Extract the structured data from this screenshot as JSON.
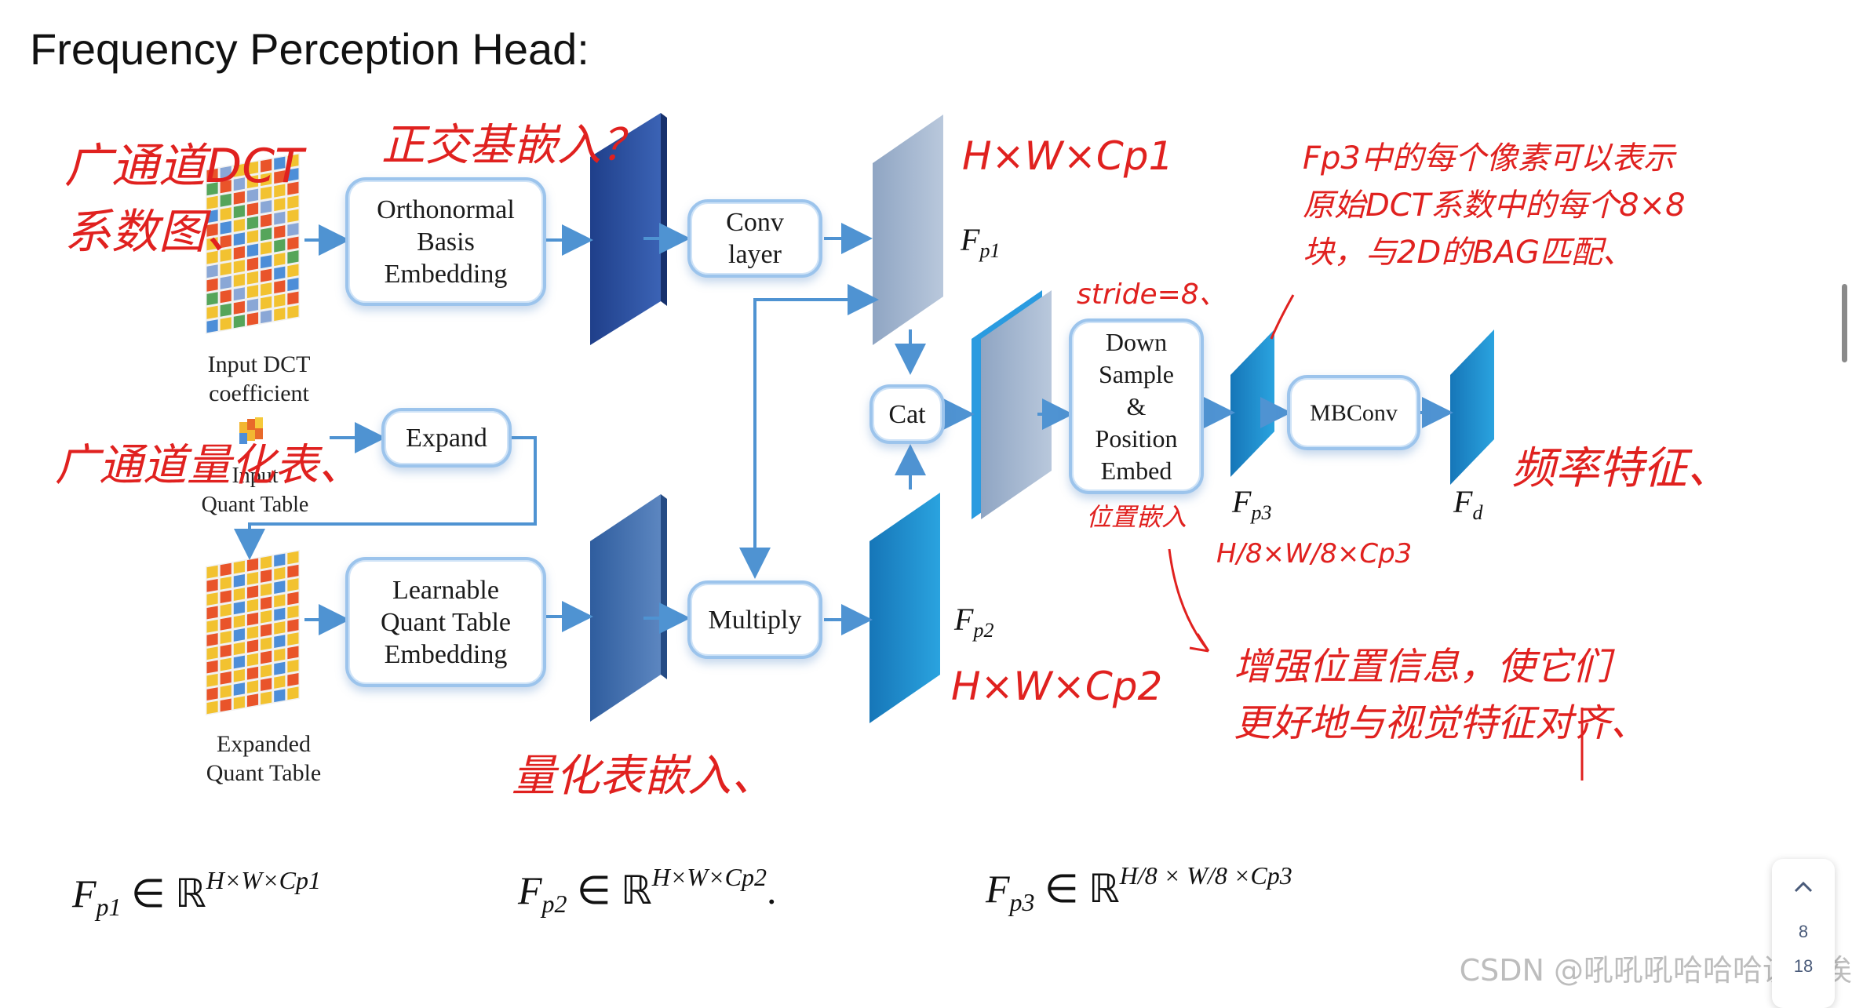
{
  "title": "Frequency Perception Head:",
  "boxes": {
    "orthonormal": "Orthonormal\nBasis\nEmbedding",
    "conv": "Conv\nlayer",
    "expand": "Expand",
    "learnable": "Learnable\nQuant Table\nEmbedding",
    "multiply": "Multiply",
    "cat": "Cat",
    "downsample": "Down\nSample\n&\nPosition\nEmbed",
    "mbconv": "MBConv"
  },
  "labels": {
    "input_dct": "Input DCT\ncoefficient",
    "input_quant": "Input\nQuant Table",
    "expanded_quant": "Expanded\nQuant Table"
  },
  "feature_symbols": {
    "fp1": "F",
    "fp1_sub": "p1",
    "fp2": "F",
    "fp2_sub": "p2",
    "fp3": "F",
    "fp3_sub": "p3",
    "fd": "F",
    "fd_sub": "d"
  },
  "annotations": {
    "dct_note": "广通道DCT\n系数图、",
    "quant_note": "广通道量化表、",
    "ortho_note": "正交基嵌入？",
    "quant_embed_note": "量化表嵌入、",
    "fp1_dim": "H×W×Cp1",
    "fp2_dim": "H×W×Cp2",
    "stride_note": "stride=8、",
    "pos_note": "位置嵌入",
    "fp3_dim": "H/8×W/8×Cp3",
    "fp3_note": "Fp3中的每个像素可以表示\n原始DCT系数中的每个8×8\n块，与2D的BAG匹配、",
    "freq_feature": "频率特征、",
    "enhance_note": "增强位置信息，使它们\n更好地与视觉特征对齐、"
  },
  "formulas": {
    "f1": {
      "base": "F",
      "sub": "p1",
      "in": "∈ ℝ",
      "sup": "H×W×Cp1"
    },
    "f2": {
      "base": "F",
      "sub": "p2",
      "in": "∈ ℝ",
      "sup": "H×W×Cp2",
      "end": "."
    },
    "f3": {
      "base": "F",
      "sub": "p3",
      "in": "∈ ℝ",
      "sup": "H/8 × W/8 ×Cp3"
    }
  },
  "watermark": "CSDN @吼吼吼哈哈哈诶诶诶",
  "pager": {
    "current": "8",
    "total": "18"
  }
}
